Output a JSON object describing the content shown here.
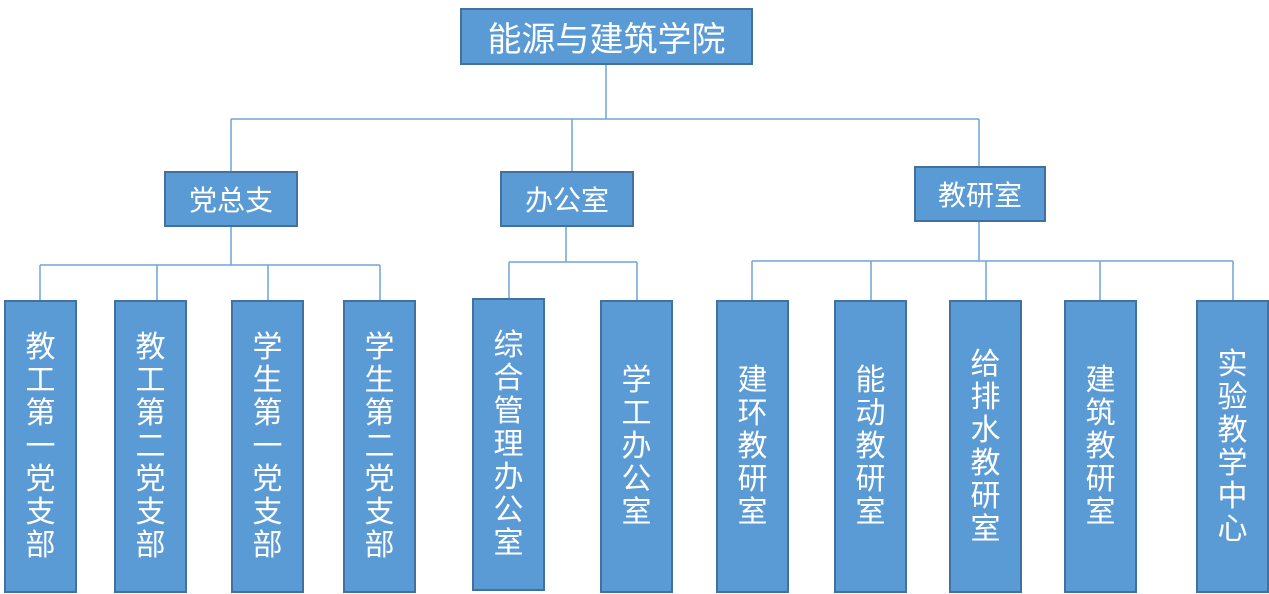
{
  "root": {
    "label": "能源与建筑学院"
  },
  "departments": [
    {
      "label": "党总支",
      "units": [
        "教工第一党支部",
        "教工第二党支部",
        "学生第一党支部",
        "学生第二党支部"
      ]
    },
    {
      "label": "办公室",
      "units": [
        "综合管理办公室",
        "学工办公室"
      ]
    },
    {
      "label": "教研室",
      "units": [
        "建环教研室",
        "能动教研室",
        "给排水教研室",
        "建筑教研室",
        "实验教学中心"
      ]
    }
  ],
  "colors": {
    "box_fill": "#5b9bd5",
    "box_border": "#41719c",
    "connector": "#6fa3d8",
    "text": "#ffffff"
  }
}
